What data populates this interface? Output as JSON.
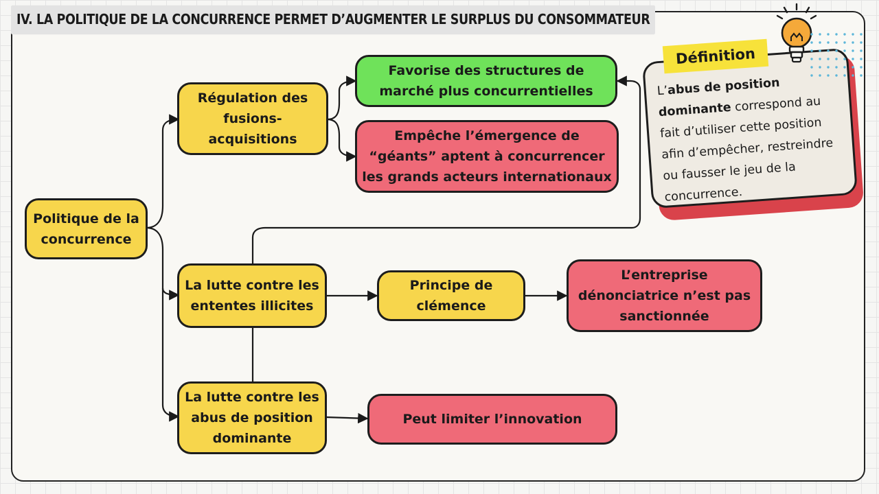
{
  "header": {
    "title": "IV. LA POLITIQUE DE LA CONCURRENCE PERMET D’AUGMENTER LE SURPLUS DU CONSOMMATEUR"
  },
  "nodes": {
    "root": "Politique de la concurrence",
    "regulation": "Régulation des fusions-acquisitions",
    "ententes": "La lutte contre les ententes illicites",
    "abus": "La lutte contre les abus de position dominante",
    "favorise": "Favorise des structures de marché plus concurrentielles",
    "empeche": "Empêche l’émergence de “géants” aptent à concurrencer les grands acteurs internationaux",
    "clemence": "Principe de clémence",
    "denonciatrice": "L’entreprise dénonciatrice n’est pas sanctionnée",
    "innovation": "Peut limiter l’innovation"
  },
  "definition": {
    "tag": "Définition",
    "prefix": "L’",
    "term": "abus de position dominante",
    "body": " correspond au fait d’utiliser cette position afin d’empêcher, restreindre ou fausser le jeu de la concurrence."
  },
  "colors": {
    "yellow": "#f7d64c",
    "green": "#6fe25a",
    "red": "#ef6a78",
    "accent_shadow": "#d9434b",
    "tag": "#f7e23a"
  },
  "icons": [
    "lightbulb-icon",
    "dot-grid"
  ]
}
